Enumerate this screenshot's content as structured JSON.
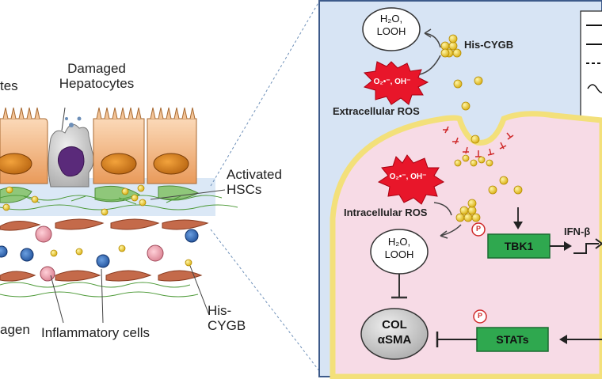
{
  "left_panel": {
    "label_hepatocytes_partial": "tes",
    "label_damaged": [
      "Damaged",
      "Hepatocytes"
    ],
    "label_activated": [
      "Activated",
      "HSCs"
    ],
    "label_collagen_partial": "agen",
    "label_inflammatory": "Inflammatory cells",
    "label_his_cygb": [
      "His-",
      "CYGB"
    ]
  },
  "right_panel": {
    "h2o_top": [
      "H₂O,",
      "LOOH"
    ],
    "his_cygb_top": "His-CYGB",
    "ros_burst_top": "O₂•⁻, OH⁻",
    "extracellular_ros": "Extracellular ROS",
    "ros_burst_inner": "O₂•⁻, OH⁻",
    "intracellular_ros": "Intracellular ROS",
    "h2o_mid": [
      "H₂O,",
      "LOOH"
    ],
    "tbk1": "TBK1",
    "ifn": "IFN-β",
    "col": [
      "COL",
      "αSMA"
    ],
    "stats": "STATs",
    "phospho": "P"
  },
  "colors": {
    "panel_bg": "#d7e4f4",
    "panel_border": "#3d5a8a",
    "cell_fill": "#f7dbe6",
    "cell_border": "#f3e07a",
    "green_box": "#2fa84f",
    "gold": "#e6c21a",
    "red_burst": "#e8162a",
    "gray_ellipse": "#b9b9b9"
  }
}
